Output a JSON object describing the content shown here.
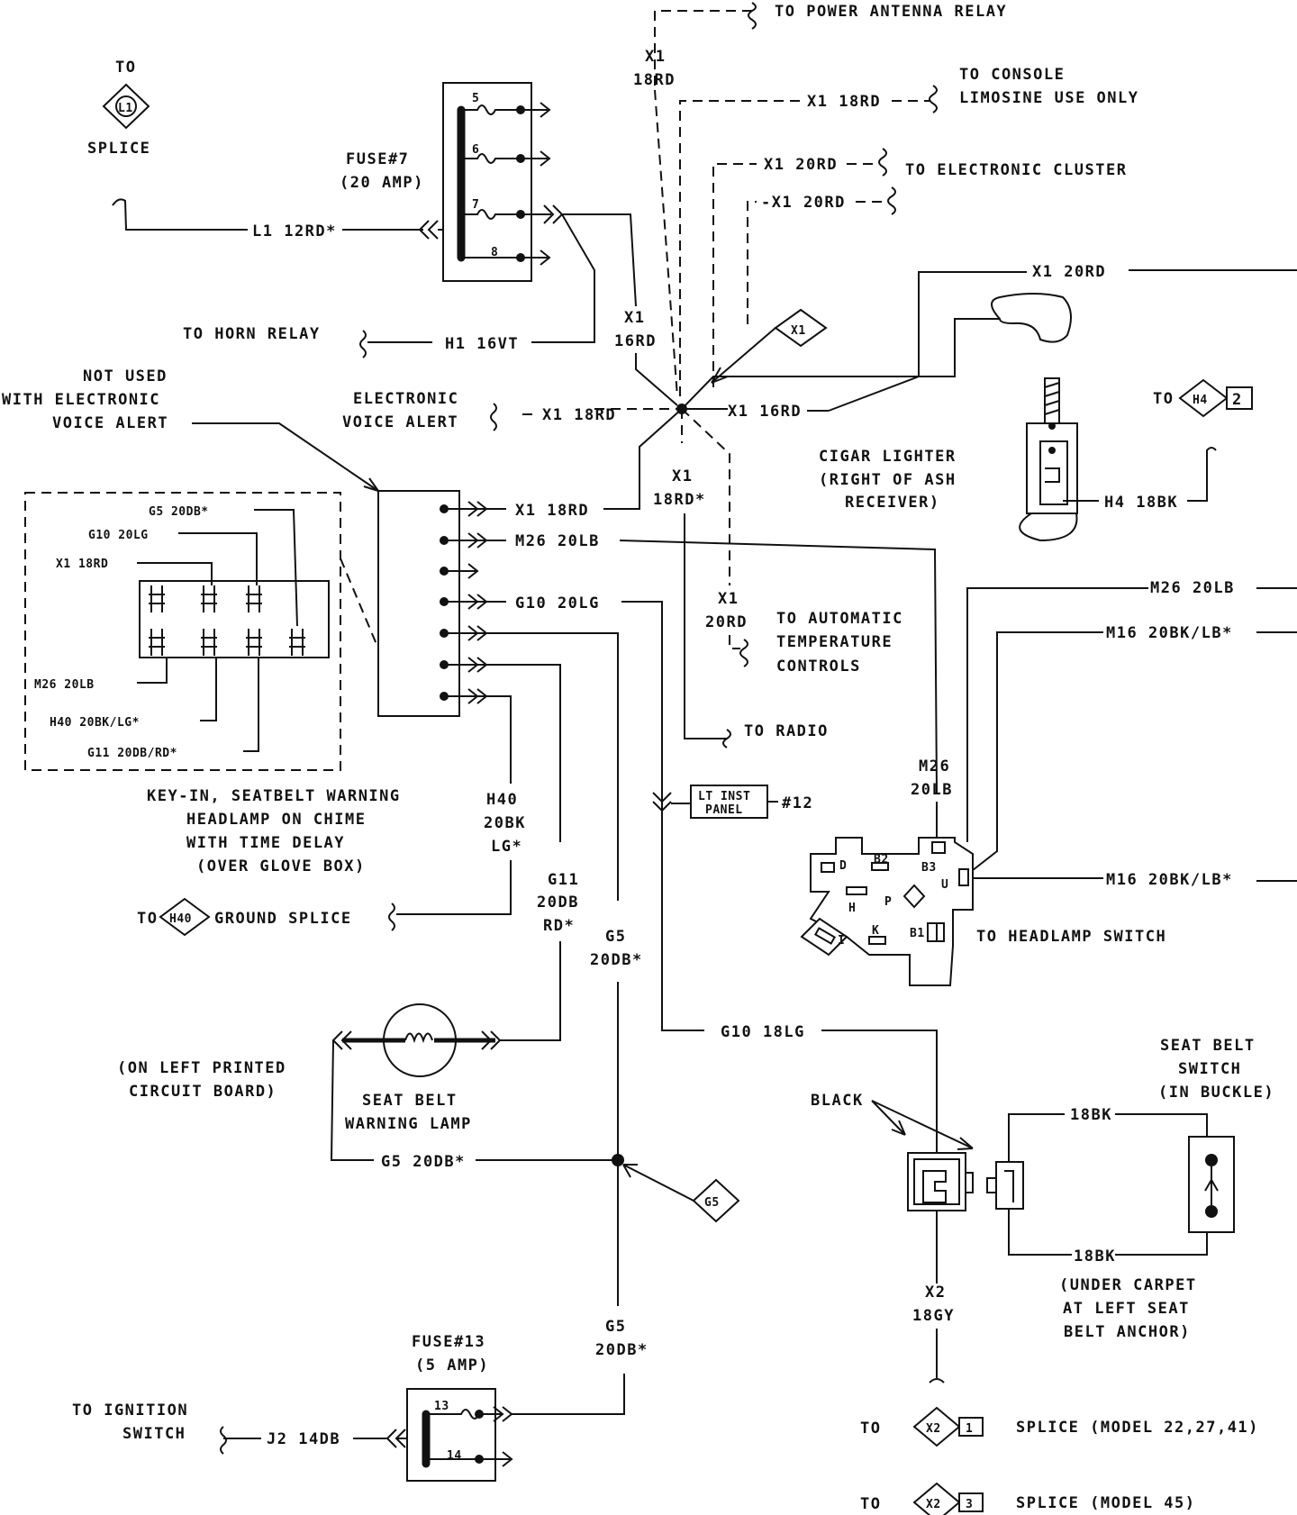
{
  "labels": {
    "to_power_antenna": "TO POWER ANTENNA RELAY",
    "x1_18rd_top_a": "X1",
    "x1_18rd_top_b": "18RD",
    "x1_18rd_console": "X1 18RD",
    "to_console": "TO CONSOLE",
    "limousine": "LIMOSINE USE ONLY",
    "x1_20rd_cluster": "X1 20RD",
    "to_cluster": "TO ELECTRONIC CLUSTER",
    "x1_20rd_4": "-X1 20RD",
    "x1_20rd_right": "X1 20RD",
    "to_top": "TO",
    "l1_diamond": "L1",
    "splice_l1": "SPLICE",
    "fuse7_a": "FUSE#7",
    "fuse7_b": "(20 AMP)",
    "fuse_5": "5",
    "fuse_6": "6",
    "fuse_7": "7",
    "fuse_8": "8",
    "l1_wire": "L1 12RD*",
    "x1_16rd_a": "X1",
    "x1_16rd_b": "16RD",
    "to_horn": "TO HORN RELAY",
    "h1_wire": "H1 16VT",
    "x1_diamond": "X1",
    "not_used_1": "NOT USED",
    "not_used_2": "WITH ELECTRONIC",
    "not_used_3": "VOICE ALERT",
    "eva_1": "ELECTRONIC",
    "eva_2": "VOICE ALERT",
    "x1_18rd_eva": "X1 18RD",
    "x1_16rd_right": "X1 16RD",
    "to_h4": "TO",
    "h4_diamond": "H4",
    "h4_num": "2",
    "cigar_1": "CIGAR LIGHTER",
    "cigar_2": "(RIGHT OF ASH",
    "cigar_3": "RECEIVER)",
    "h4_wire": "H4 18BK",
    "g5_20db": "G5 20DB*",
    "g10_20lg": "G10 20LG",
    "x1_18rd_conn": "X1 18RD",
    "m26_20lb_left": "M26 20LB",
    "h40_left": "H40 20BK/LG*",
    "g11_left": "G11 20DB/RD*",
    "x1_18rd_mod": "X1 18RD",
    "m26_20lb_mod": "M26 20LB",
    "g10_20lg_mod": "G10 20LG",
    "x1_18rd_star_a": "X1",
    "x1_18rd_star_b": "18RD*",
    "x1_20rd_atc_a": "X1",
    "x1_20rd_atc_b": "20RD",
    "atc_1": "TO AUTOMATIC",
    "atc_2": "TEMPERATURE",
    "atc_3": "CONTROLS",
    "to_radio": "TO RADIO",
    "m26_20lb_r": "M26 20LB",
    "m16_r": "M16 20BK/LB*",
    "m26_mid_a": "M26",
    "m26_mid_b": "20LB",
    "lt_inst_1": "LT INST",
    "lt_inst_2": "PANEL",
    "num_12": "#12",
    "sw_d": "D",
    "sw_b2": "B2",
    "sw_b3": "B3",
    "sw_u": "U",
    "sw_h": "H",
    "sw_p": "P",
    "sw_k": "K",
    "sw_b1": "B1",
    "sw_i": "I",
    "m16_r2": "M16 20BK/LB*",
    "to_headlamp": "TO HEADLAMP SWITCH",
    "keyin_1": "KEY-IN, SEATBELT WARNING",
    "keyin_2": "HEADLAMP ON CHIME",
    "keyin_3": "WITH TIME DELAY",
    "keyin_4": "(OVER GLOVE BOX)",
    "h40_mid_a": "H40",
    "h40_mid_b": "20BK",
    "h40_mid_c": "LG*",
    "g11_mid_a": "G11",
    "g11_mid_b": "20DB",
    "g11_mid_c": "RD*",
    "to_h40": "TO",
    "h40_diamond": "H40",
    "ground_splice": "GROUND SPLICE",
    "g5_mid_a": "G5",
    "g5_mid_b": "20DB*",
    "g10_18lg": "G10 18LG",
    "on_left_1": "(ON LEFT PRINTED",
    "on_left_2": "CIRCUIT BOARD)",
    "seat_lamp_1": "SEAT BELT",
    "seat_lamp_2": "WARNING LAMP",
    "g5_low": "G5 20DB*",
    "g5_diamond": "G5",
    "black": "BLACK",
    "sbs_1": "SEAT BELT",
    "sbs_2": "SWITCH",
    "sbs_3": "(IN BUCKLE)",
    "bk_18_top": "18BK",
    "bk_18_bot": "18BK",
    "carpet_1": "(UNDER CARPET",
    "carpet_2": "AT LEFT SEAT",
    "carpet_3": "BELT ANCHOR)",
    "x2_a": "X2",
    "x2_b": "18GY",
    "g5_bot_a": "G5",
    "g5_bot_b": "20DB*",
    "fuse13_a": "FUSE#13",
    "fuse13_b": "(5 AMP)",
    "fuse_13": "13",
    "fuse_14": "14",
    "to_ign_1": "TO IGNITION",
    "to_ign_2": "SWITCH",
    "j2_wire": "J2 14DB",
    "to_x2_1": "TO",
    "x2_d1": "X2",
    "x2_n1": "1",
    "splice_m1": "SPLICE (MODEL 22,27,41)",
    "to_x2_3": "TO",
    "x2_d3": "X2",
    "x2_n3": "3",
    "splice_m3": "SPLICE (MODEL 45)"
  }
}
